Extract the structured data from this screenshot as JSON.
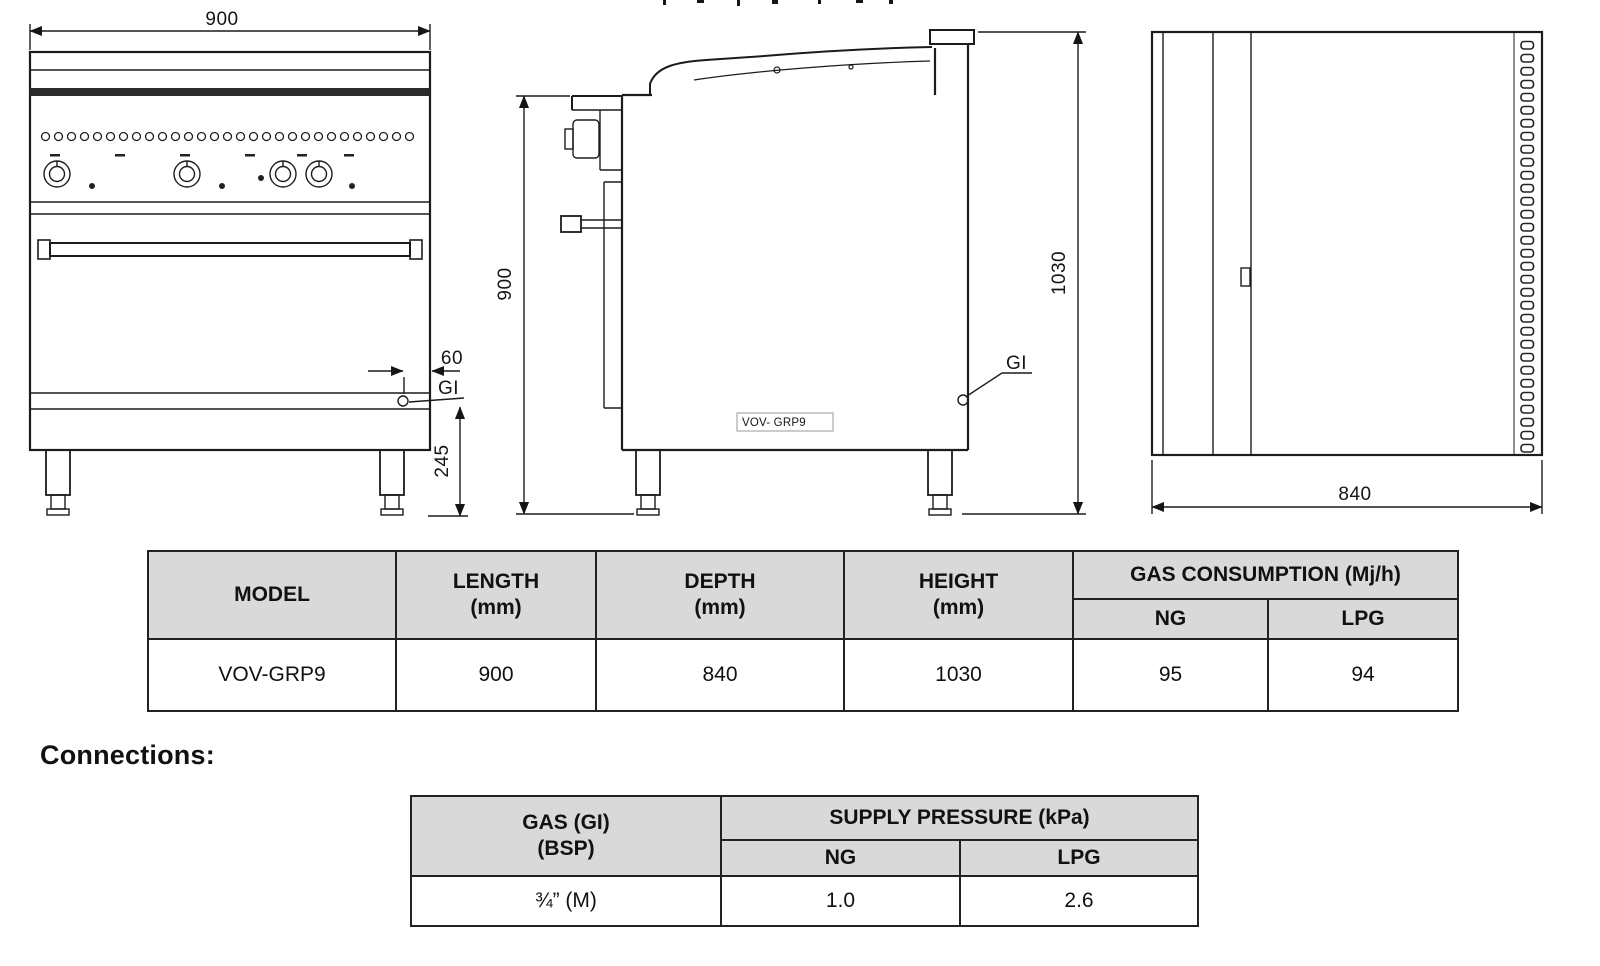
{
  "colors": {
    "background": "#ffffff",
    "line": "#1c1c1c",
    "table_header_bg": "#d9d9d9"
  },
  "drawings": {
    "front": {
      "width_dim": "900",
      "offset_dim": "60",
      "gas_inlet_label": "GI",
      "leg_height_dim": "245"
    },
    "side": {
      "work_height_dim": "900",
      "overall_height_dim": "1030",
      "gas_inlet_label": "GI",
      "model_tag": "VOV- GRP9"
    },
    "rear": {
      "depth_dim": "840"
    }
  },
  "spec_table": {
    "headers": {
      "model": "MODEL",
      "length": "LENGTH\n(mm)",
      "depth": "DEPTH\n(mm)",
      "height": "HEIGHT\n(mm)",
      "gas_consumption": "GAS CONSUMPTION (Mj/h)",
      "ng": "NG",
      "lpg": "LPG"
    },
    "rows": [
      {
        "model": "VOV-GRP9",
        "length": "900",
        "depth": "840",
        "height": "1030",
        "ng": "95",
        "lpg": "94"
      }
    ]
  },
  "connections": {
    "heading": "Connections:",
    "table": {
      "headers": {
        "gas": "GAS (GI)\n(BSP)",
        "supply_pressure": "SUPPLY PRESSURE (kPa)",
        "ng": "NG",
        "lpg": "LPG"
      },
      "rows": [
        {
          "gas": "¾” (M)",
          "ng": "1.0",
          "lpg": "2.6"
        }
      ]
    }
  }
}
